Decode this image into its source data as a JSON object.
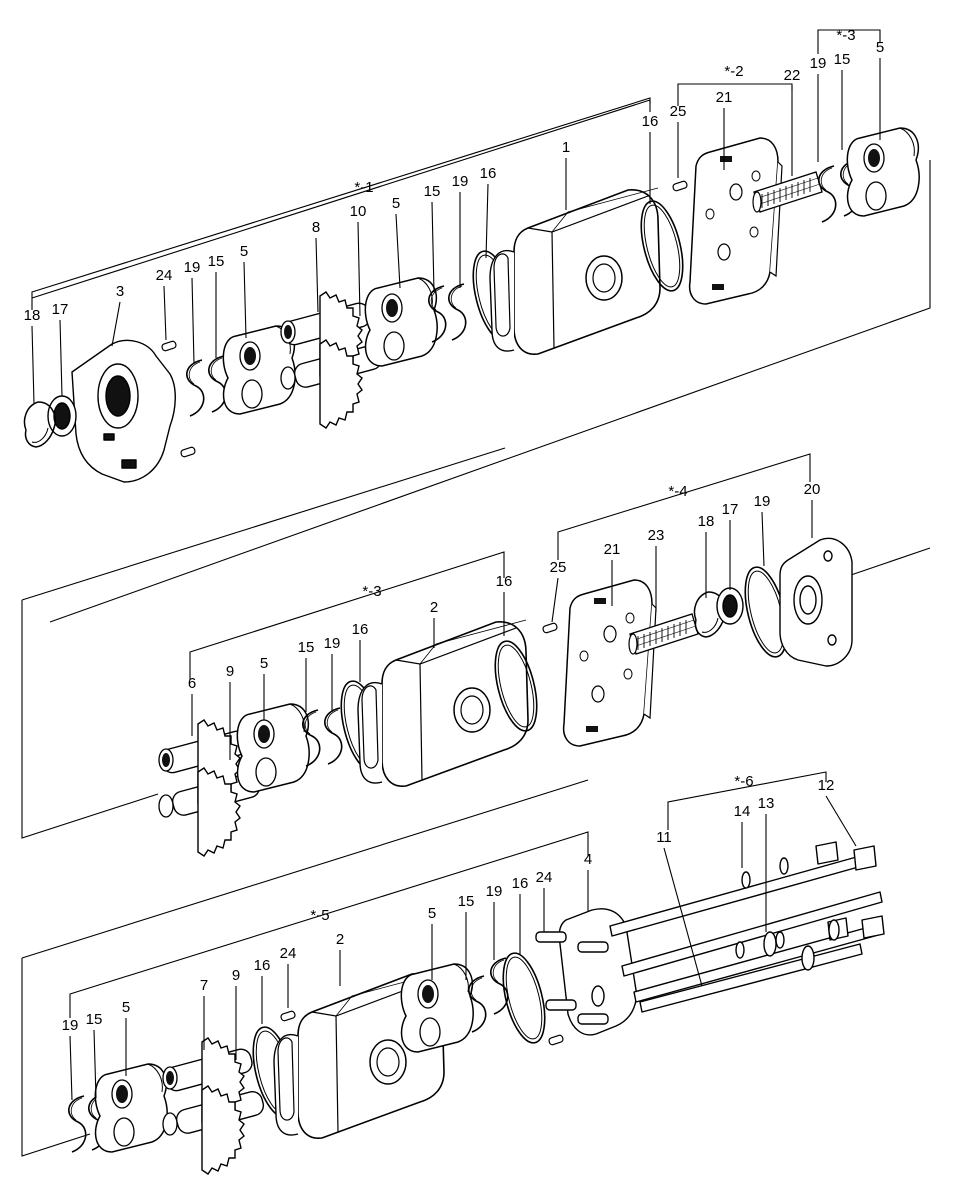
{
  "diagram": {
    "panels": [
      {
        "group_labels": [
          "*-1",
          "*-2",
          "*-3"
        ],
        "part_labels": [
          "1",
          "3",
          "5",
          "5",
          "5",
          "8",
          "10",
          "15",
          "15",
          "15",
          "16",
          "16",
          "17",
          "18",
          "19",
          "19",
          "19",
          "21",
          "22",
          "24",
          "25"
        ]
      },
      {
        "group_labels": [
          "*-3",
          "*-4"
        ],
        "part_labels": [
          "2",
          "5",
          "6",
          "9",
          "15",
          "16",
          "16",
          "17",
          "18",
          "19",
          "19",
          "20",
          "21",
          "23",
          "25"
        ]
      },
      {
        "group_labels": [
          "*-5",
          "*-6"
        ],
        "part_labels": [
          "2",
          "4",
          "5",
          "5",
          "7",
          "9",
          "11",
          "12",
          "13",
          "14",
          "15",
          "15",
          "16",
          "16",
          "19",
          "19",
          "24",
          "24"
        ]
      }
    ]
  }
}
